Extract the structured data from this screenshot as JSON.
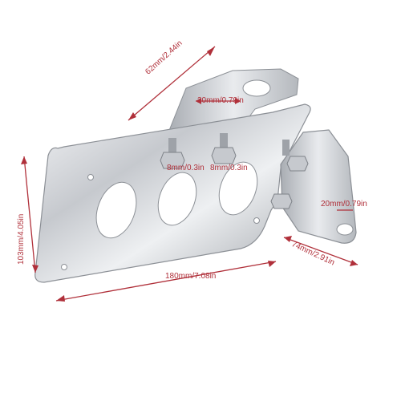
{
  "product": {
    "name": "Motorcycle side license plate bracket",
    "material_color": "#c9ccd0",
    "accent_color": "#b0303a"
  },
  "dimensions": {
    "bracket_width": "62mm/2.44in",
    "upper_hole": "20mm/0.79in",
    "bolt_left": "8mm/0.3in",
    "bolt_right": "8mm/0.3in",
    "side_hole": "20mm/0.79in",
    "plate_height": "103mm/4.05in",
    "side_arm_length": "74mm/2.91in",
    "plate_length": "180mm/7.08in"
  }
}
